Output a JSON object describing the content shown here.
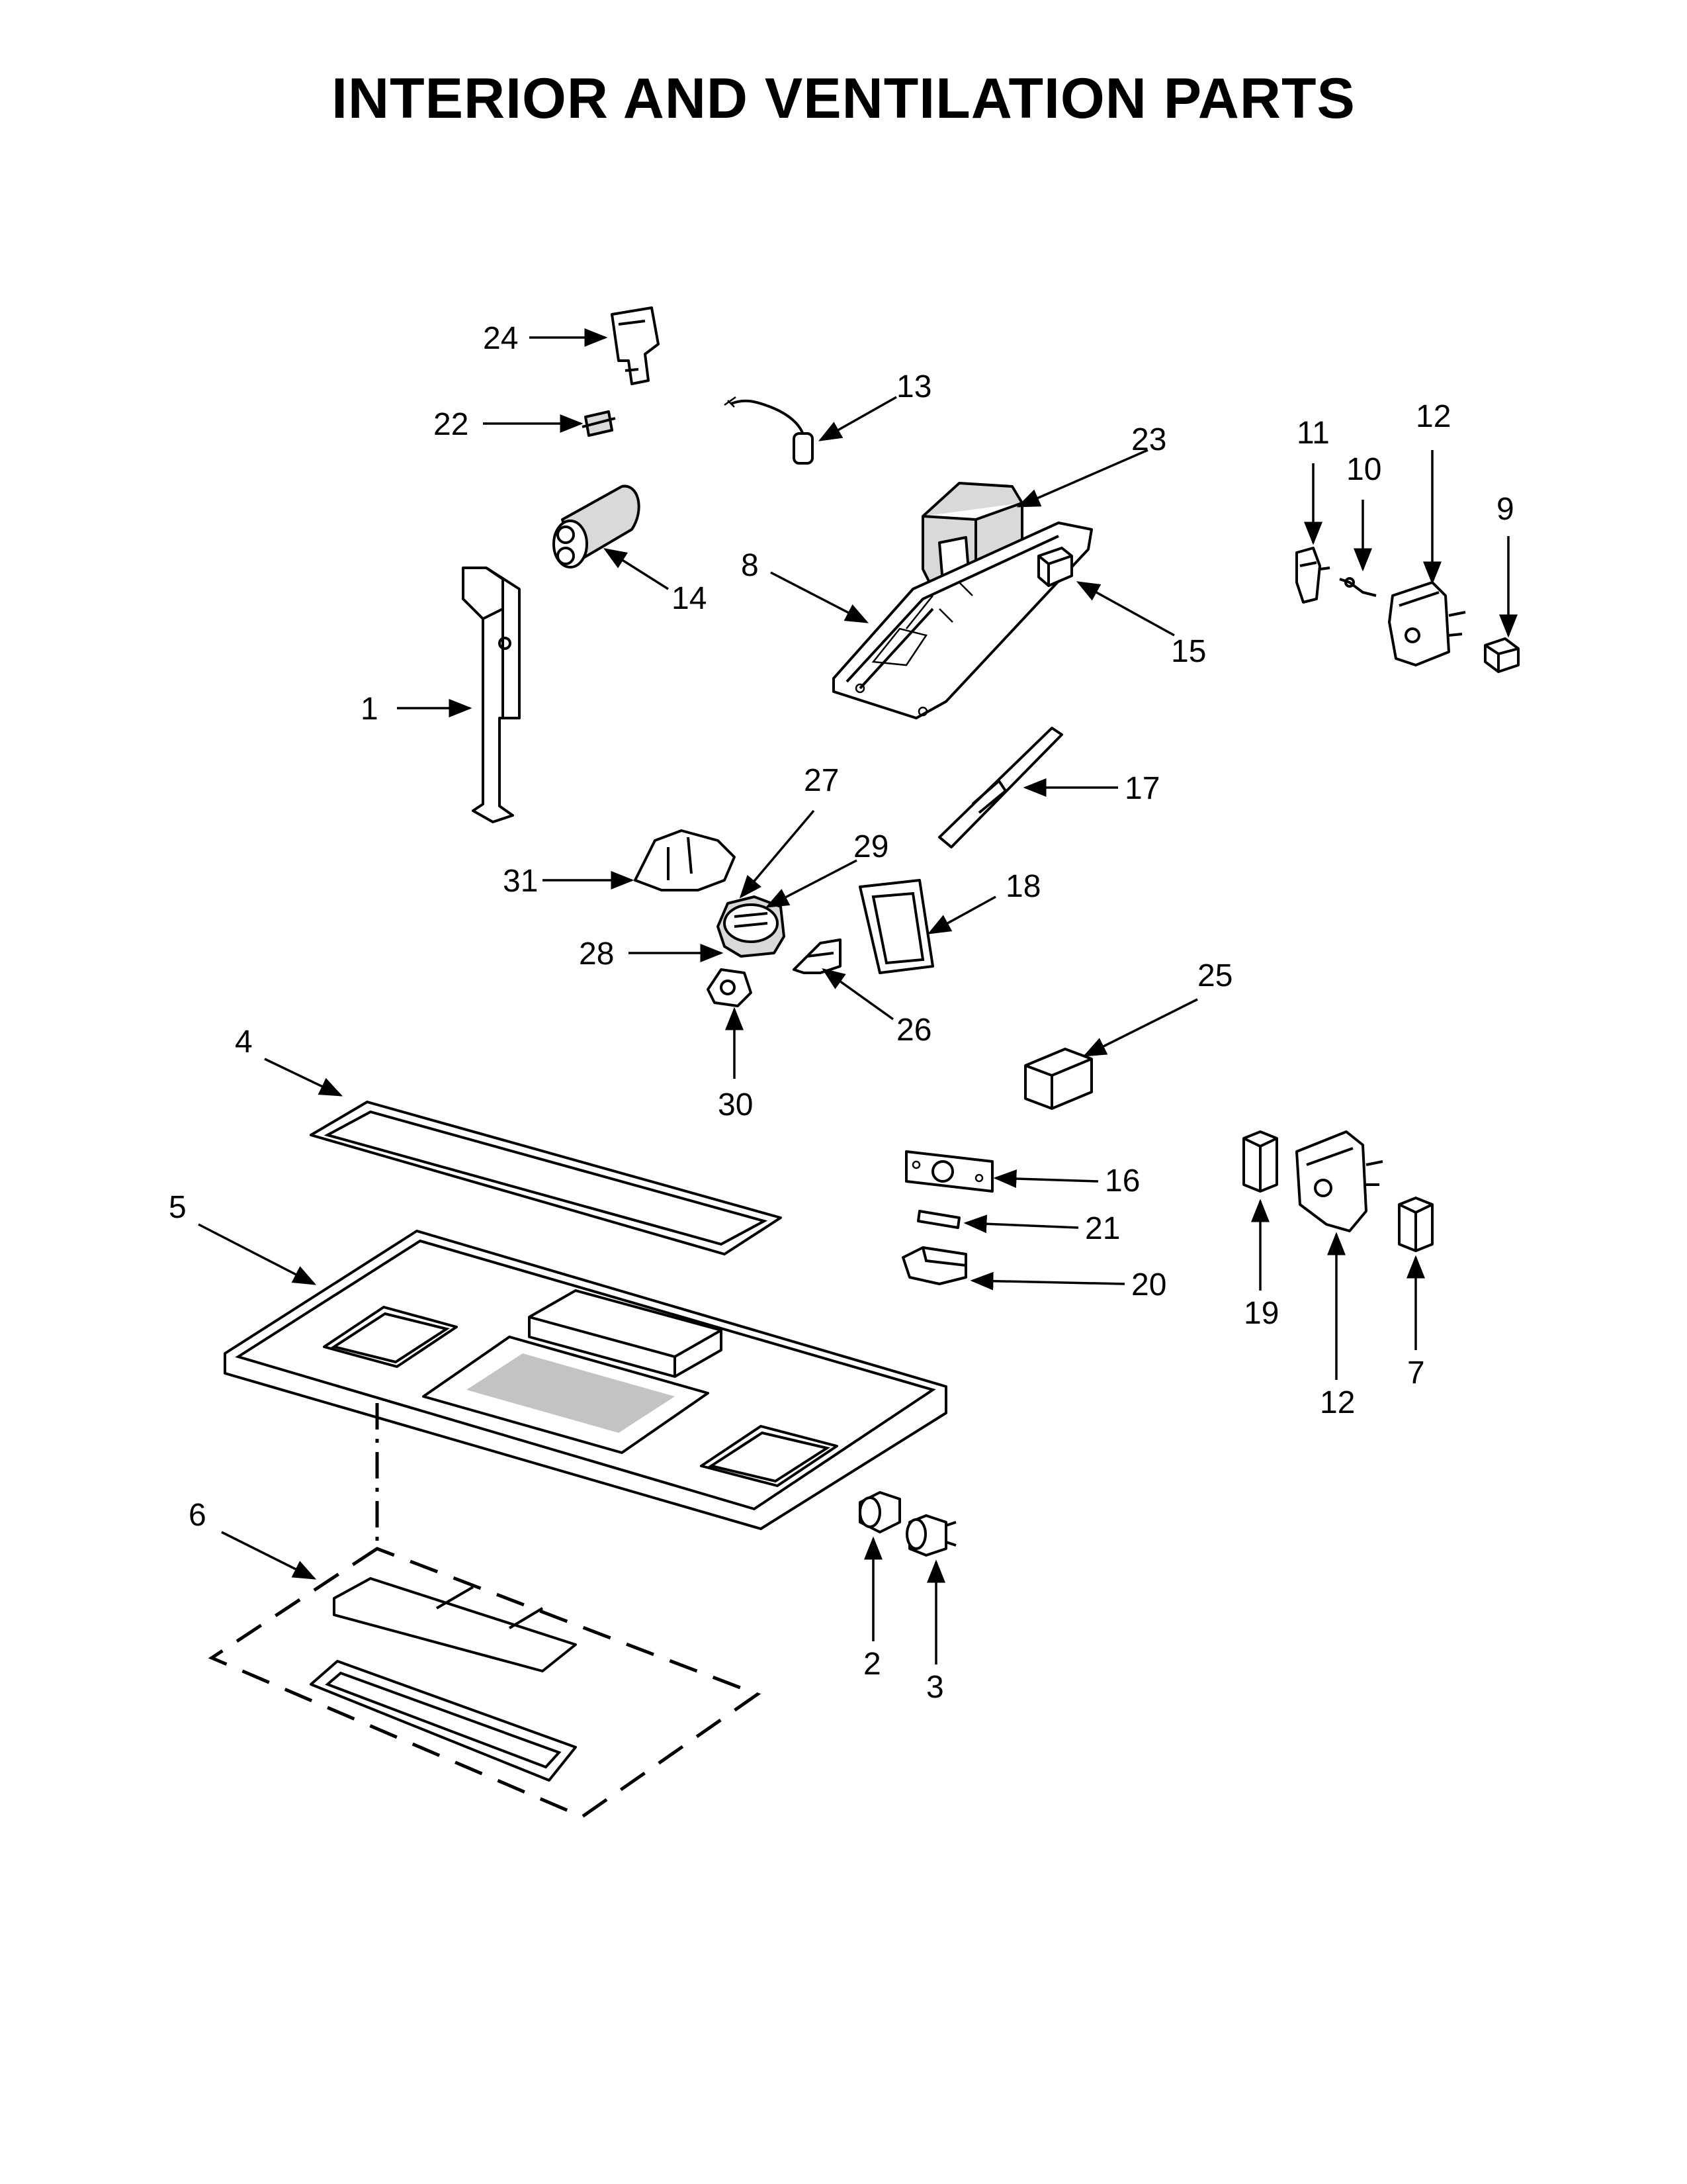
{
  "title": "INTERIOR AND VENTILATION PARTS",
  "callouts": {
    "c1": "1",
    "c2": "2",
    "c3": "3",
    "c4": "4",
    "c5": "5",
    "c6": "6",
    "c7": "7",
    "c8": "8",
    "c9": "9",
    "c10": "10",
    "c11": "11",
    "c12a": "12",
    "c12b": "12",
    "c13": "13",
    "c14": "14",
    "c15": "15",
    "c16": "16",
    "c17": "17",
    "c18": "18",
    "c19": "19",
    "c20": "20",
    "c21": "21",
    "c22": "22",
    "c23": "23",
    "c24": "24",
    "c25": "25",
    "c26": "26",
    "c27": "27",
    "c28": "28",
    "c29": "29",
    "c30": "30",
    "c31": "31"
  }
}
